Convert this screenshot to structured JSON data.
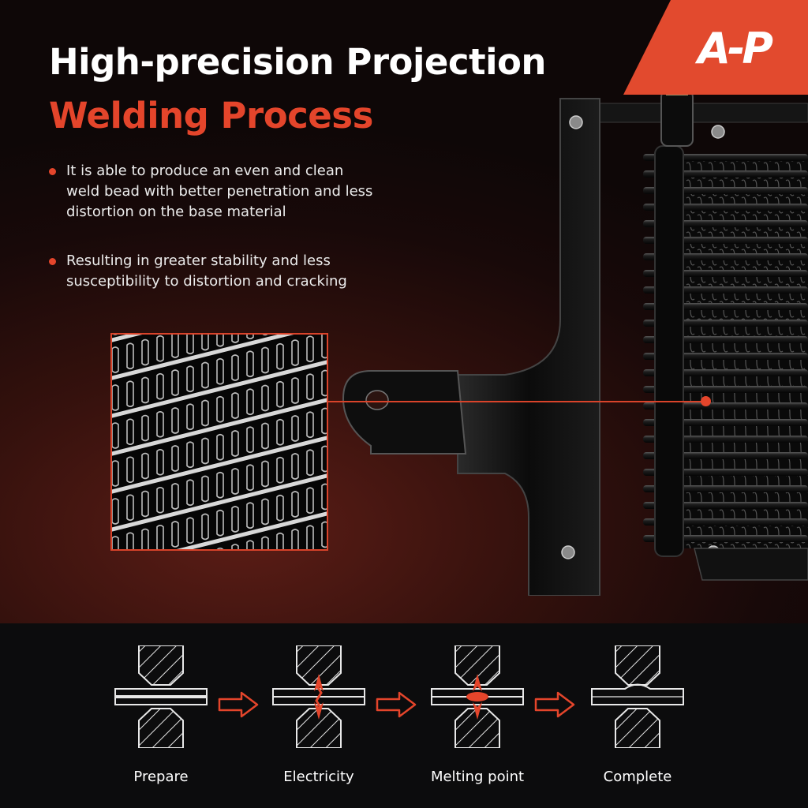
{
  "brand": {
    "logo_text": "A-P",
    "accent_color": "#e4452b"
  },
  "headline": {
    "line1": "High-precision Projection",
    "line2": "Welding Process"
  },
  "bullets": [
    "It is able to produce an even and clean weld bead with better penetration and less distortion on the base material",
    "Resulting in greater stability and less susceptibility to distortion and cracking"
  ],
  "process_steps": [
    {
      "label": "Prepare",
      "icon": "weld-prepare-icon"
    },
    {
      "label": "Electricity",
      "icon": "weld-electricity-icon"
    },
    {
      "label": "Melting point",
      "icon": "weld-melting-icon"
    },
    {
      "label": "Complete",
      "icon": "weld-complete-icon"
    }
  ],
  "arrow_icon": "arrow-right-icon"
}
